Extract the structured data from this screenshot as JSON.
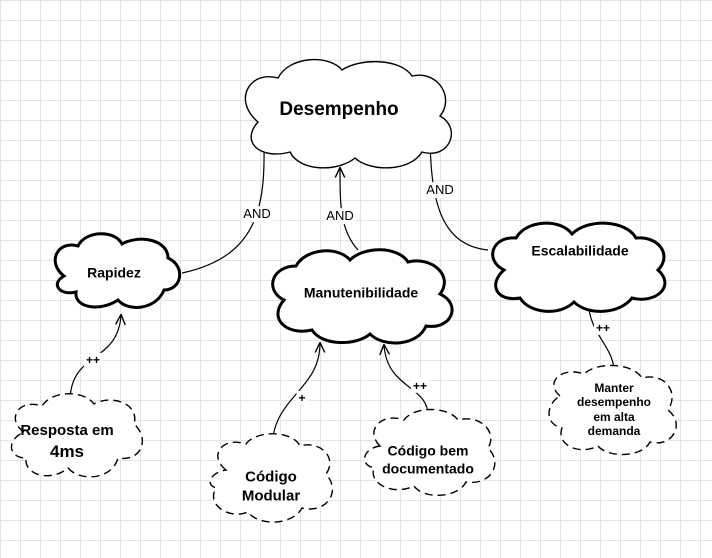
{
  "goals": {
    "desempenho": "Desempenho",
    "rapidez": "Rapidez",
    "manutenibilidade": "Manutenibilidade",
    "escalabilidade": "Escalabilidade"
  },
  "softgoals": {
    "resposta": [
      "Resposta em",
      "4ms"
    ],
    "modular": [
      "Código",
      "Modular"
    ],
    "documentado": [
      "Código bem",
      "documentado"
    ],
    "manter": [
      "Manter",
      "desempenho",
      "em alta",
      "demanda"
    ]
  },
  "edges": {
    "and_rapidez": "AND",
    "and_manut": "AND",
    "and_escal": "AND",
    "resposta_rapidez": "++",
    "modular_manut": "+",
    "documentado_manut": "++",
    "manter_escal": "++"
  }
}
